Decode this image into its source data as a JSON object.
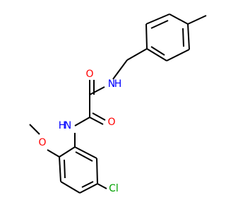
{
  "colors": {
    "background": "#ffffff",
    "bond": "#000000",
    "oxygen": "#ff0000",
    "nitrogen": "#0000ff",
    "chlorine": "#00a000"
  },
  "labels": {
    "o_top": "O",
    "nh_upper": "H",
    "n_upper": "N",
    "nh_lower": "H",
    "n_lower": "N",
    "o_right": "O",
    "o_methoxy": "O",
    "cl": "Cl"
  }
}
